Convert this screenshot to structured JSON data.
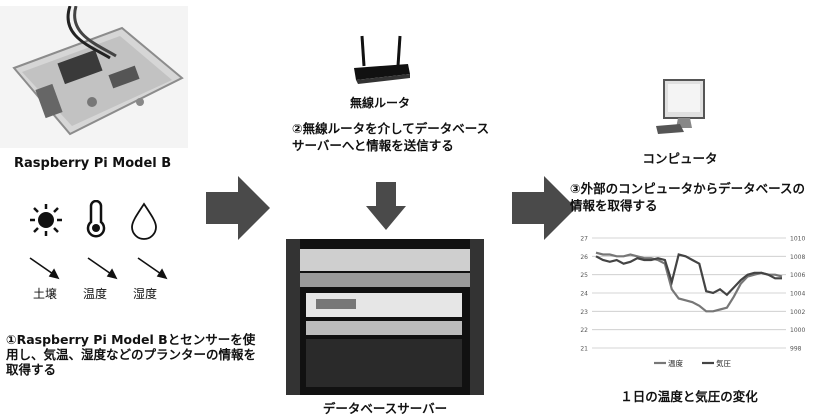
{
  "raspberry_pi": {
    "caption": "Raspberry Pi Model B"
  },
  "sensors": {
    "items": [
      {
        "label": "土壌",
        "icon": "sun-icon"
      },
      {
        "label": "温度",
        "icon": "thermometer-icon"
      },
      {
        "label": "湿度",
        "icon": "water-drop-icon"
      }
    ]
  },
  "step1": {
    "text": "①Raspberry Pi Model Bとセンサーを使用し、気温、湿度などのプランターの情報を取得する"
  },
  "router": {
    "label": "無線ルータ",
    "icon": "wireless-router-icon"
  },
  "step2": {
    "text": "②無線ルータを介してデータベースサーバーへと情報を送信する"
  },
  "server": {
    "caption": "データベースサーバー"
  },
  "computer": {
    "label": "コンピュータ",
    "icon": "monitor-icon"
  },
  "step3": {
    "text": "③外部のコンピュータからデータベースの情報を取得する"
  },
  "chart_caption": "１日の温度と気圧の変化",
  "colors": {
    "arrow": "#4a4a4a",
    "line_temperature": "#777777",
    "line_pressure": "#444444"
  },
  "chart_data": {
    "type": "line",
    "title": "",
    "xlabel": "",
    "ylabel": "",
    "left_ticks": [
      "27",
      "26",
      "25",
      "24",
      "23",
      "22",
      "21"
    ],
    "right_ticks": [
      "1010",
      "1008",
      "1006",
      "1004",
      "1002",
      "1000",
      "998"
    ],
    "ylim_left": [
      21,
      27
    ],
    "ylim_right": [
      998,
      1010
    ],
    "grid": true,
    "legend_position": "bottom",
    "series": [
      {
        "name": "温度",
        "axis": "left",
        "values": [
          26.2,
          26.1,
          26.1,
          26.0,
          26.0,
          26.1,
          26.0,
          25.9,
          25.9,
          25.8,
          25.6,
          24.2,
          23.7,
          23.6,
          23.5,
          23.3,
          23.0,
          23.0,
          23.1,
          23.2,
          23.8,
          24.5,
          24.9,
          25.0,
          25.1,
          25.0,
          25.0,
          24.9
        ]
      },
      {
        "name": "気圧",
        "axis": "right",
        "values": [
          1008.0,
          1007.6,
          1007.4,
          1007.6,
          1007.2,
          1007.4,
          1007.8,
          1007.6,
          1007.6,
          1007.8,
          1007.6,
          1005.2,
          1008.2,
          1008.0,
          1007.6,
          1007.2,
          1004.2,
          1004.0,
          1004.4,
          1003.8,
          1004.6,
          1005.4,
          1006.0,
          1006.2,
          1006.2,
          1006.0,
          1005.6,
          1005.6
        ]
      }
    ]
  }
}
